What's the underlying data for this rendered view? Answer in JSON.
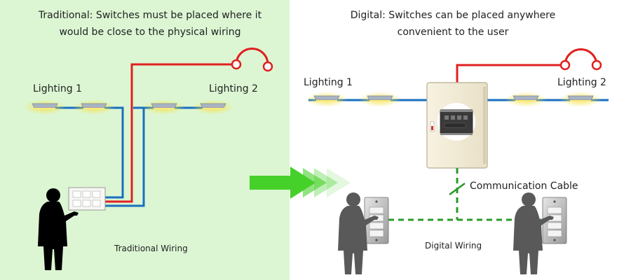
{
  "left": {
    "title_line1": "Traditional: Switches must be placed where it",
    "title_line2": "would be close to the physical wiring",
    "lighting1": "Lighting 1",
    "lighting2": "Lighting 2",
    "caption": "Traditional Wiring",
    "panel_color": "#dcf6d3"
  },
  "right": {
    "title_line1": "Digital: Switches can be placed anywhere",
    "title_line2": "convenient to the user",
    "lighting1": "Lighting 1",
    "lighting2": "Lighting 2",
    "cable_label": "Communication Cable",
    "caption": "Digital Wiring"
  },
  "colors": {
    "power_wire": "#e02020",
    "light_wire": "#1a6fbf",
    "comm_cable": "#2a9a2a",
    "arrow": "#46d12a"
  }
}
